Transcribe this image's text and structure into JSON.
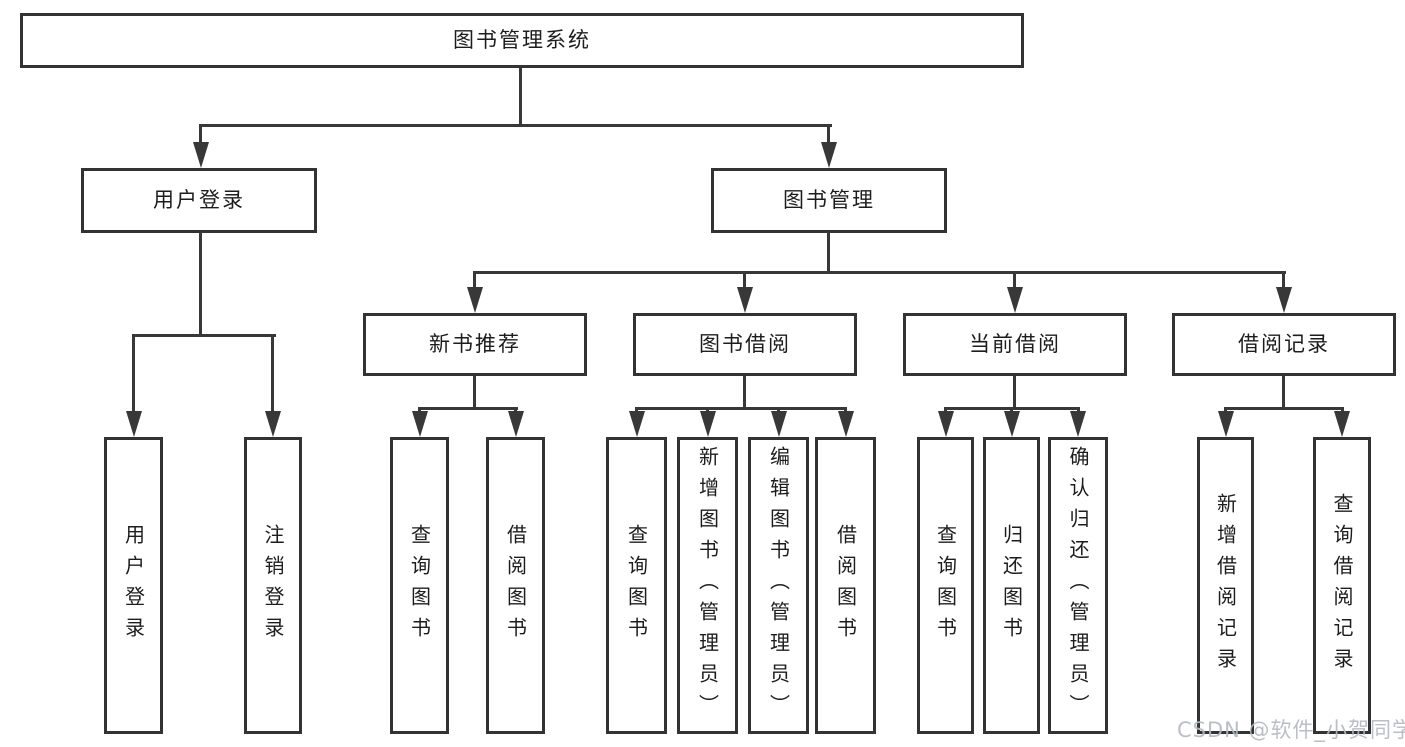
{
  "diagram": {
    "type": "tree",
    "root": {
      "label": "图书管理系统"
    },
    "branches": [
      {
        "label": "用户登录",
        "children": [
          {
            "label": "用户登录"
          },
          {
            "label": "注销登录"
          }
        ]
      },
      {
        "label": "图书管理",
        "children": [
          {
            "label": "新书推荐",
            "children": [
              {
                "label": "查询图书"
              },
              {
                "label": "借阅图书"
              }
            ]
          },
          {
            "label": "图书借阅",
            "children": [
              {
                "label": "查询图书"
              },
              {
                "label": "新增图书（管理员）"
              },
              {
                "label": "编辑图书（管理员）"
              },
              {
                "label": "借阅图书"
              }
            ]
          },
          {
            "label": "当前借阅",
            "children": [
              {
                "label": "查询图书"
              },
              {
                "label": "归还图书"
              },
              {
                "label": "确认归还（管理员）"
              }
            ]
          },
          {
            "label": "借阅记录",
            "children": [
              {
                "label": "新增借阅记录"
              },
              {
                "label": "查询借阅记录"
              }
            ]
          }
        ]
      }
    ]
  },
  "watermark": {
    "text": "CSDN @软件_小贺同学",
    "color": "#b5b9c1"
  },
  "colors": {
    "line": "#383838",
    "box_border": "#333333",
    "text": "#1d1d1d",
    "background": "#ffffff"
  }
}
